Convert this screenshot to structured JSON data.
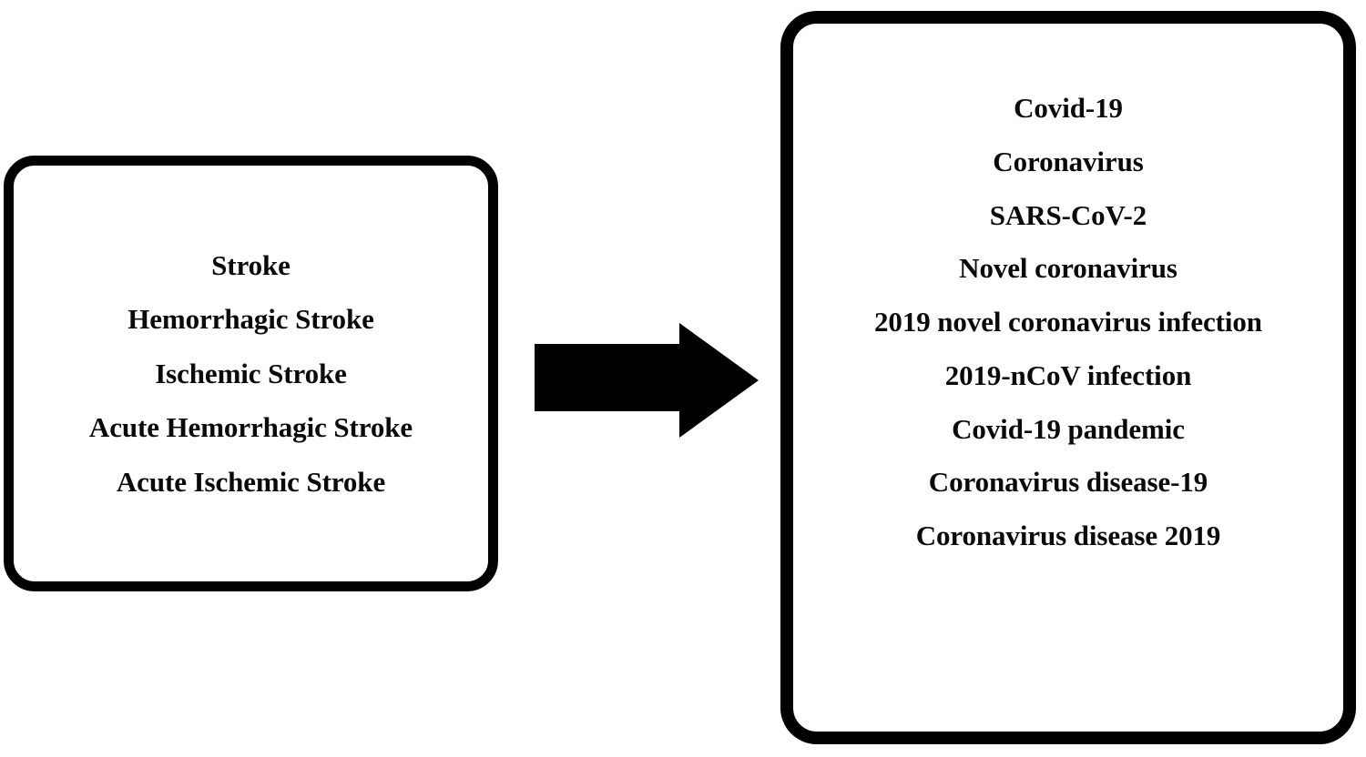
{
  "diagram": {
    "background_color": "#ffffff",
    "stroke_color": "#000000",
    "text_color": "#0a0a0a",
    "left_box": {
      "name": "stroke-terms-box",
      "terms": [
        "Stroke",
        "Hemorrhagic Stroke",
        "Ischemic Stroke",
        "Acute Hemorrhagic Stroke",
        "Acute Ischemic Stroke"
      ]
    },
    "connector": {
      "name": "right-arrow",
      "direction": "right",
      "fill": "#000000"
    },
    "right_box": {
      "name": "covid-terms-box",
      "terms": [
        "Covid-19",
        "Coronavirus",
        "SARS-CoV-2",
        "Novel coronavirus",
        "2019 novel coronavirus infection",
        "2019-nCoV infection",
        "Covid-19 pandemic",
        "Coronavirus disease-19",
        "Coronavirus disease 2019"
      ]
    }
  }
}
